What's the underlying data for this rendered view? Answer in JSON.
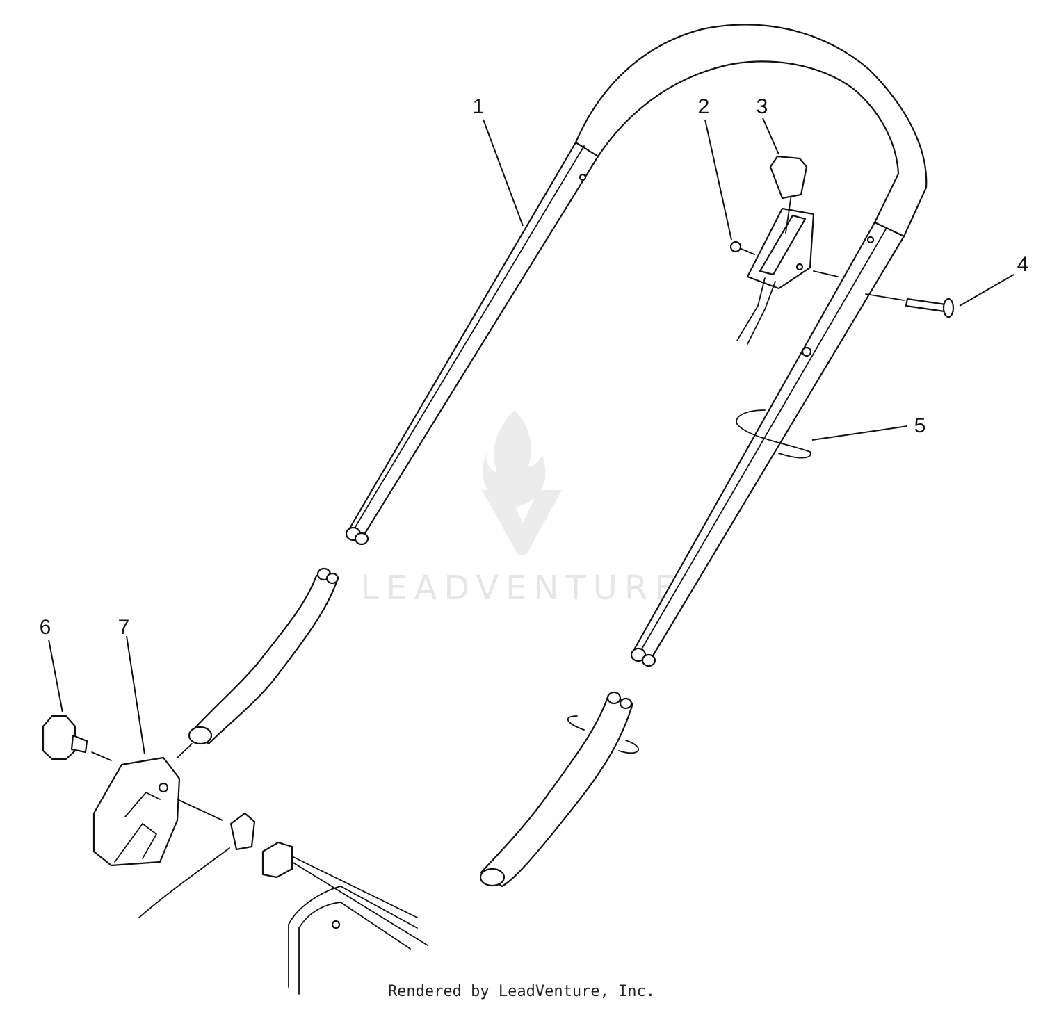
{
  "callouts": {
    "c1": "1",
    "c2": "2",
    "c3": "3",
    "c4": "4",
    "c5": "5",
    "c6": "6",
    "c7": "7"
  },
  "watermark": {
    "text": "LEADVENTURE"
  },
  "footer": {
    "text": "Rendered by LeadVenture, Inc."
  }
}
